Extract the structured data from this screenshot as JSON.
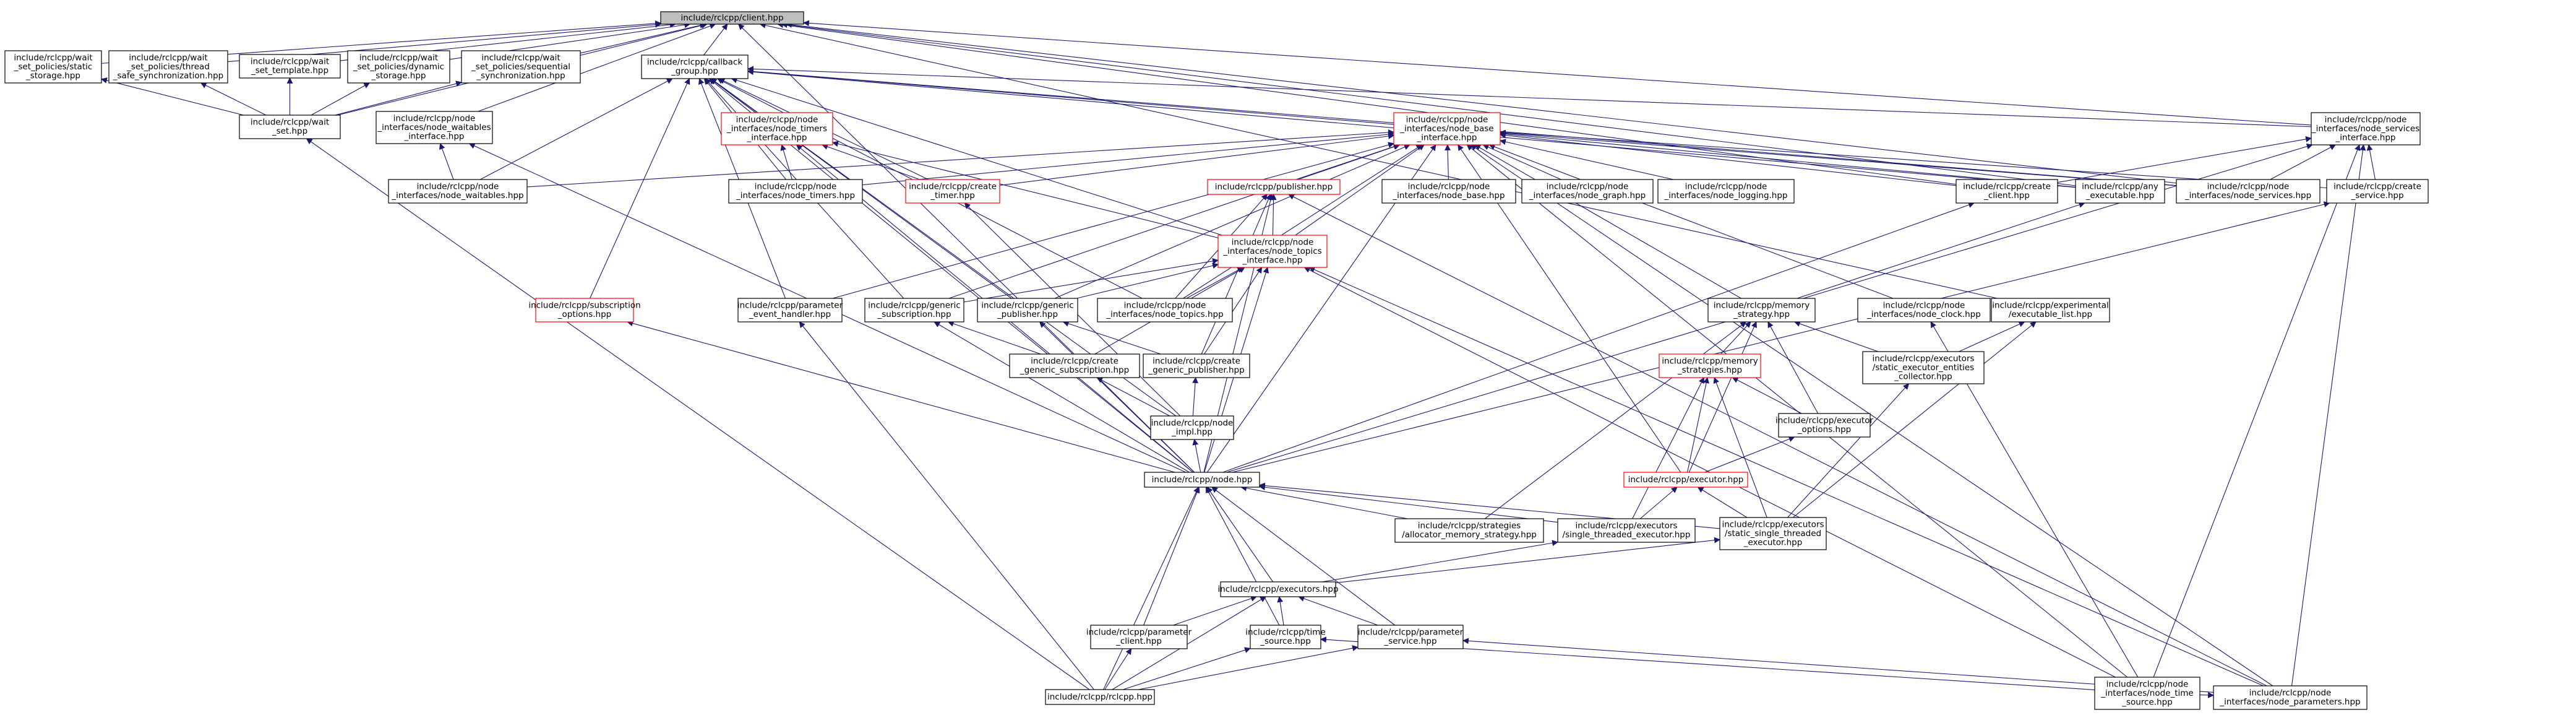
{
  "graph": {
    "title": "include/rclcpp/client.hpp",
    "edge_color": "#191970",
    "root_fill": "#bfbfbf",
    "highlight_border": "#ff0000",
    "nodes": [
      {
        "id": "client",
        "lines": [
          "include/rclcpp/client.hpp"
        ]
      },
      {
        "id": "ws_static",
        "lines": [
          "include/rclcpp/wait",
          "_set_policies/static",
          "_storage.hpp"
        ]
      },
      {
        "id": "ws_thread",
        "lines": [
          "include/rclcpp/wait",
          "_set_policies/thread",
          "_safe_synchronization.hpp"
        ]
      },
      {
        "id": "ws_template",
        "lines": [
          "include/rclcpp/wait",
          "_set_template.hpp"
        ]
      },
      {
        "id": "ws_dynamic",
        "lines": [
          "include/rclcpp/wait",
          "_set_policies/dynamic",
          "_storage.hpp"
        ]
      },
      {
        "id": "ws_seq",
        "lines": [
          "include/rclcpp/wait",
          "_set_policies/sequential",
          "_synchronization.hpp"
        ]
      },
      {
        "id": "wait_set",
        "lines": [
          "include/rclcpp/wait",
          "_set.hpp"
        ]
      },
      {
        "id": "callback_group",
        "lines": [
          "include/rclcpp/callback",
          "_group.hpp"
        ]
      },
      {
        "id": "ni_waitables_if",
        "lines": [
          "include/rclcpp/node",
          "_interfaces/node_waitables",
          "_interface.hpp"
        ]
      },
      {
        "id": "ni_timers_if",
        "lines": [
          "include/rclcpp/node",
          "_interfaces/node_timers",
          "_interface.hpp"
        ],
        "red": true
      },
      {
        "id": "ni_base_if",
        "lines": [
          "include/rclcpp/node",
          "_interfaces/node_base",
          "_interface.hpp"
        ],
        "red": true
      },
      {
        "id": "ni_services_if",
        "lines": [
          "include/rclcpp/node",
          "_interfaces/node_services",
          "_interface.hpp"
        ]
      },
      {
        "id": "ni_waitables",
        "lines": [
          "include/rclcpp/node",
          "_interfaces/node_waitables.hpp"
        ]
      },
      {
        "id": "ni_timers",
        "lines": [
          "include/rclcpp/node",
          "_interfaces/node_timers.hpp"
        ]
      },
      {
        "id": "create_timer",
        "lines": [
          "include/rclcpp/create",
          "_timer.hpp"
        ],
        "red": true
      },
      {
        "id": "publisher",
        "lines": [
          "include/rclcpp/publisher.hpp"
        ],
        "red": true
      },
      {
        "id": "ni_base",
        "lines": [
          "include/rclcpp/node",
          "_interfaces/node_base.hpp"
        ]
      },
      {
        "id": "ni_graph",
        "lines": [
          "include/rclcpp/node",
          "_interfaces/node_graph.hpp"
        ]
      },
      {
        "id": "ni_logging",
        "lines": [
          "include/rclcpp/node",
          "_interfaces/node_logging.hpp"
        ]
      },
      {
        "id": "create_client",
        "lines": [
          "include/rclcpp/create",
          "_client.hpp"
        ]
      },
      {
        "id": "any_exec",
        "lines": [
          "include/rclcpp/any",
          "_executable.hpp"
        ]
      },
      {
        "id": "ni_services",
        "lines": [
          "include/rclcpp/node",
          "_interfaces/node_services.hpp"
        ]
      },
      {
        "id": "create_service",
        "lines": [
          "include/rclcpp/create",
          "_service.hpp"
        ]
      },
      {
        "id": "ni_topics_if",
        "lines": [
          "include/rclcpp/node",
          "_interfaces/node_topics",
          "_interface.hpp"
        ],
        "red": true
      },
      {
        "id": "sub_options",
        "lines": [
          "include/rclcpp/subscription",
          "_options.hpp"
        ],
        "red": true
      },
      {
        "id": "param_event",
        "lines": [
          "include/rclcpp/parameter",
          "_event_handler.hpp"
        ]
      },
      {
        "id": "generic_sub",
        "lines": [
          "include/rclcpp/generic",
          "_subscription.hpp"
        ]
      },
      {
        "id": "generic_pub",
        "lines": [
          "include/rclcpp/generic",
          "_publisher.hpp"
        ]
      },
      {
        "id": "ni_topics",
        "lines": [
          "include/rclcpp/node",
          "_interfaces/node_topics.hpp"
        ]
      },
      {
        "id": "ni_clock",
        "lines": [
          "include/rclcpp/node",
          "_interfaces/node_clock.hpp"
        ]
      },
      {
        "id": "mem_strategy",
        "lines": [
          "include/rclcpp/memory",
          "_strategy.hpp"
        ]
      },
      {
        "id": "exec_list",
        "lines": [
          "include/rclcpp/experimental",
          "/executable_list.hpp"
        ]
      },
      {
        "id": "create_gen_sub",
        "lines": [
          "include/rclcpp/create",
          "_generic_subscription.hpp"
        ]
      },
      {
        "id": "create_gen_pub",
        "lines": [
          "include/rclcpp/create",
          "_generic_publisher.hpp"
        ]
      },
      {
        "id": "mem_strategies",
        "lines": [
          "include/rclcpp/memory",
          "_strategies.hpp"
        ],
        "red": true
      },
      {
        "id": "static_collector",
        "lines": [
          "include/rclcpp/executors",
          "/static_executor_entities",
          "_collector.hpp"
        ]
      },
      {
        "id": "exec_options",
        "lines": [
          "include/rclcpp/executor",
          "_options.hpp"
        ]
      },
      {
        "id": "node_impl",
        "lines": [
          "include/rclcpp/node",
          "_impl.hpp"
        ]
      },
      {
        "id": "executor",
        "lines": [
          "include/rclcpp/executor.hpp"
        ],
        "red": true
      },
      {
        "id": "node",
        "lines": [
          "include/rclcpp/node.hpp"
        ]
      },
      {
        "id": "alloc_mem",
        "lines": [
          "include/rclcpp/strategies",
          "/allocator_memory_strategy.hpp"
        ]
      },
      {
        "id": "single_thread",
        "lines": [
          "include/rclcpp/executors",
          "/single_threaded_executor.hpp"
        ]
      },
      {
        "id": "static_single",
        "lines": [
          "include/rclcpp/executors",
          "/static_single_threaded",
          "_executor.hpp"
        ]
      },
      {
        "id": "executors",
        "lines": [
          "include/rclcpp/executors.hpp"
        ]
      },
      {
        "id": "param_client",
        "lines": [
          "include/rclcpp/parameter",
          "_client.hpp"
        ]
      },
      {
        "id": "time_source",
        "lines": [
          "include/rclcpp/time",
          "_source.hpp"
        ]
      },
      {
        "id": "param_service",
        "lines": [
          "include/rclcpp/parameter",
          "_service.hpp"
        ]
      },
      {
        "id": "rclcpp",
        "lines": [
          "include/rclcpp/rclcpp.hpp"
        ]
      },
      {
        "id": "ni_time_source",
        "lines": [
          "include/rclcpp/node",
          "_interfaces/node_time",
          "_source.hpp"
        ]
      },
      {
        "id": "ni_parameters",
        "lines": [
          "include/rclcpp/node",
          "_interfaces/node_parameters.hpp"
        ]
      }
    ]
  }
}
